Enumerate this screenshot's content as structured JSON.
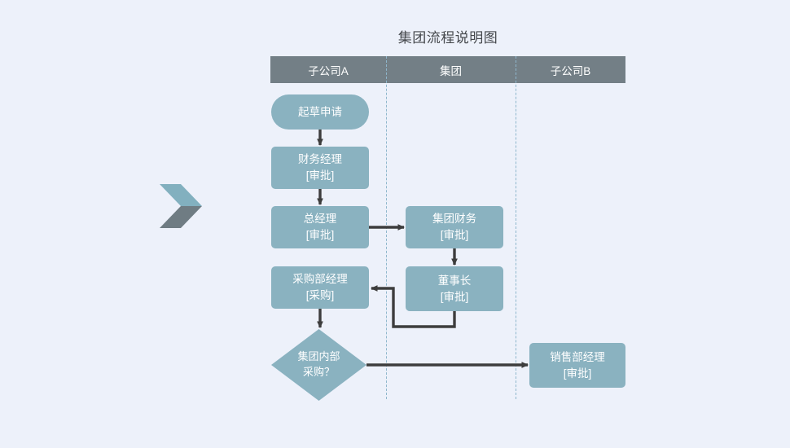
{
  "diagram": {
    "title": "集团流程说明图",
    "type": "swimlane-flowchart",
    "background_color": "#edf1fa",
    "node_fill_color": "#8ab2c0",
    "lane_header_color": "#737f86",
    "connector_color": "#3d3d3d",
    "lane_divider_color": "#8fb7cd",
    "title_color": "#45484c"
  },
  "brand": {
    "logo_name": "chevron-logo",
    "top_color": "#82b0bf",
    "bottom_color": "#6f7c83"
  },
  "lanes": [
    {
      "id": "lane-a",
      "label": "子公司A"
    },
    {
      "id": "lane-b",
      "label": "集团"
    },
    {
      "id": "lane-c",
      "label": "子公司B"
    }
  ],
  "nodes": [
    {
      "id": "draft",
      "lane": "lane-a",
      "shape": "pill",
      "line1": "起草申请",
      "line2": ""
    },
    {
      "id": "fin-mgr",
      "lane": "lane-a",
      "shape": "rect",
      "line1": "财务经理",
      "line2": "[审批]"
    },
    {
      "id": "gen-mgr",
      "lane": "lane-a",
      "shape": "rect",
      "line1": "总经理",
      "line2": "[审批]"
    },
    {
      "id": "proc-mgr",
      "lane": "lane-a",
      "shape": "rect",
      "line1": "采购部经理",
      "line2": "[采购]"
    },
    {
      "id": "decision",
      "lane": "lane-a",
      "shape": "diamond",
      "line1": "集团内部",
      "line2": "采购？"
    },
    {
      "id": "grp-fin",
      "lane": "lane-b",
      "shape": "rect",
      "line1": "集团财务",
      "line2": "[审批]"
    },
    {
      "id": "chairman",
      "lane": "lane-b",
      "shape": "rect",
      "line1": "董事长",
      "line2": "[审批]"
    },
    {
      "id": "sales-mgr",
      "lane": "lane-c",
      "shape": "rect",
      "line1": "销售部经理",
      "line2": "[审批]"
    }
  ],
  "edges": [
    {
      "from": "draft",
      "to": "fin-mgr",
      "direction": "down",
      "label": ""
    },
    {
      "from": "fin-mgr",
      "to": "gen-mgr",
      "direction": "down",
      "label": ""
    },
    {
      "from": "gen-mgr",
      "to": "grp-fin",
      "direction": "right",
      "label": ""
    },
    {
      "from": "grp-fin",
      "to": "chairman",
      "direction": "down",
      "label": ""
    },
    {
      "from": "chairman",
      "to": "proc-mgr",
      "direction": "elbow-left",
      "label": ""
    },
    {
      "from": "proc-mgr",
      "to": "decision",
      "direction": "down",
      "label": ""
    },
    {
      "from": "decision",
      "to": "sales-mgr",
      "direction": "right",
      "label": ""
    }
  ]
}
